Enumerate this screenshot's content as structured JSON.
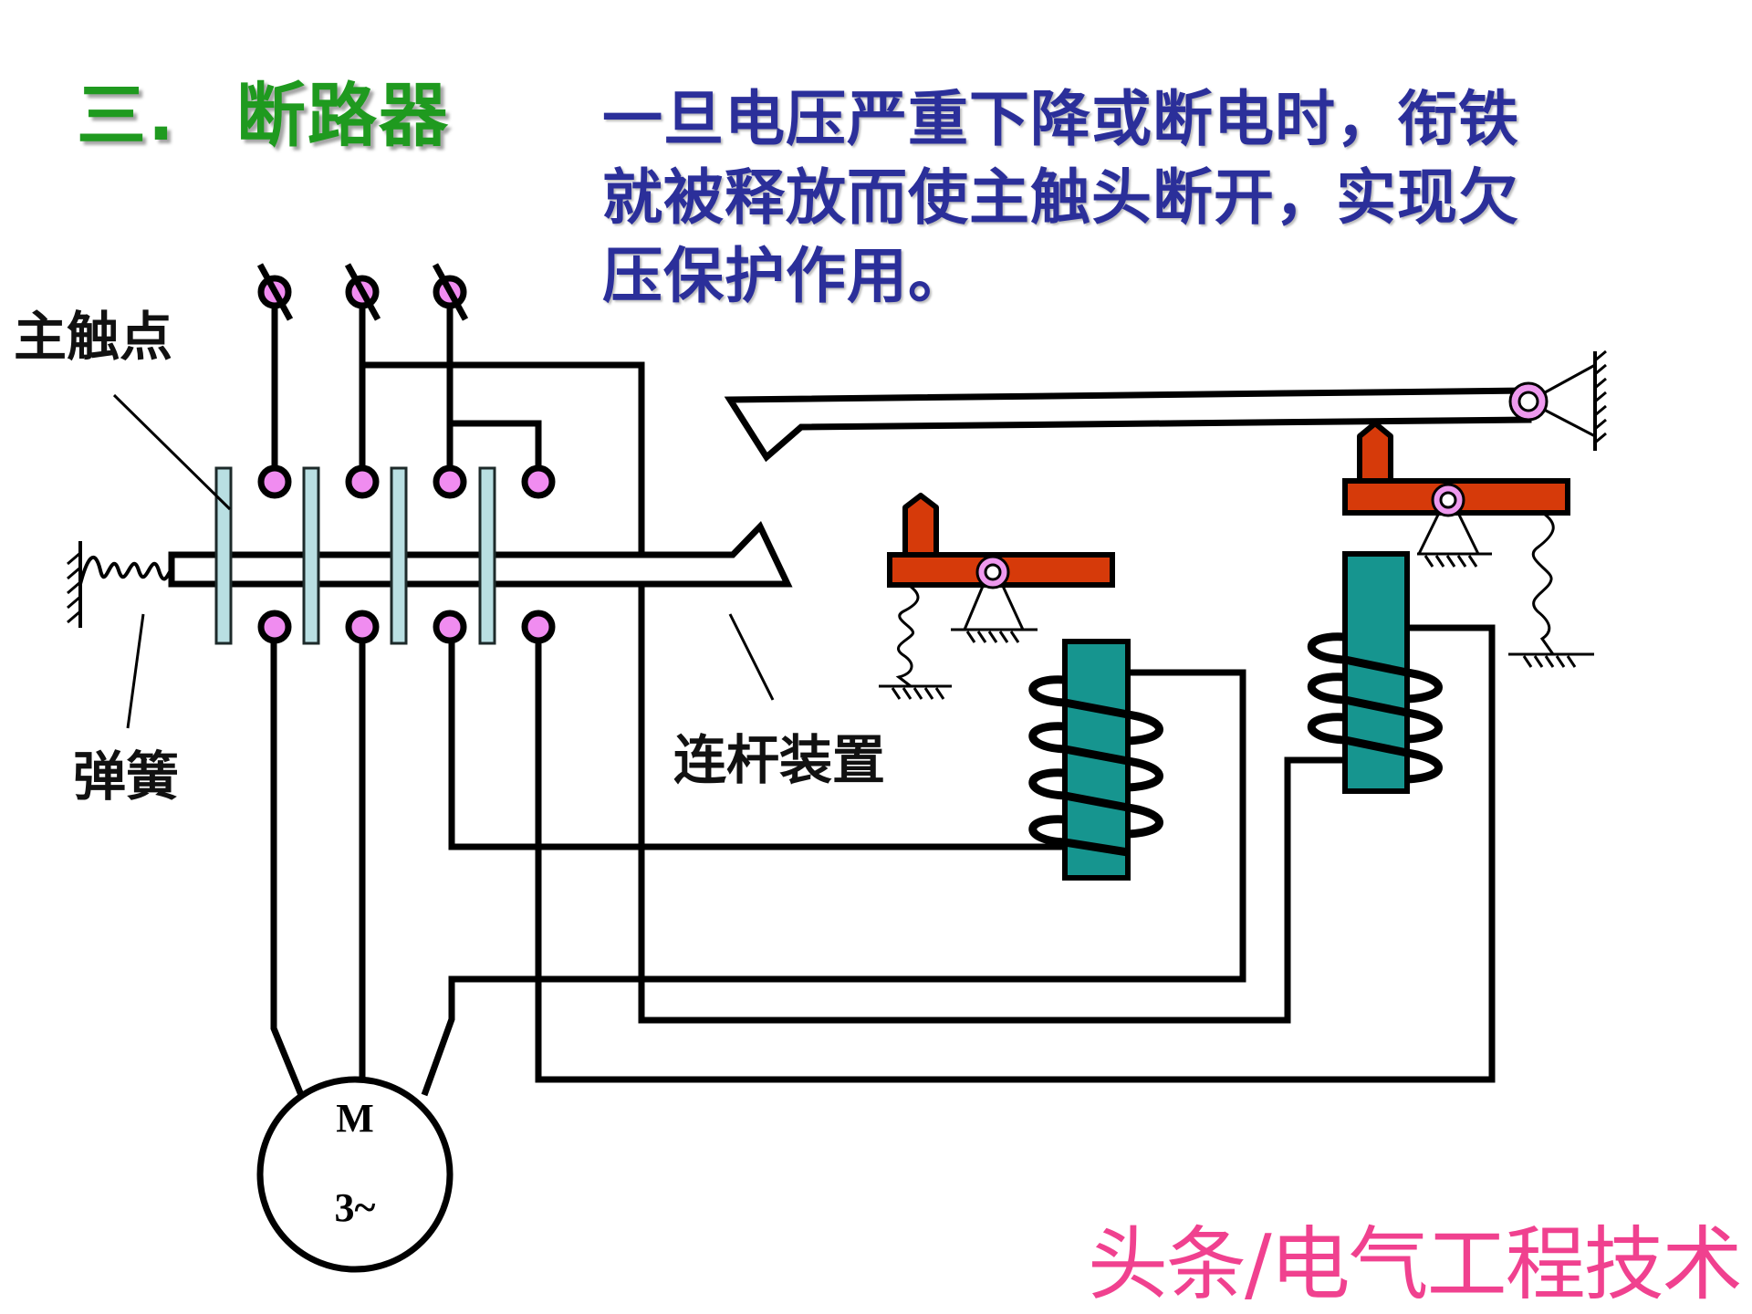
{
  "title": {
    "number": "三.",
    "text": "断路器"
  },
  "description": {
    "lines": [
      "一旦电压严重下降或断电时，衔铁",
      "就被释放而使主触头断开，实现欠",
      "压保护作用。"
    ]
  },
  "labels": {
    "main_contact": "主触点",
    "spring": "弹簧",
    "linkage": "连杆装置"
  },
  "motor": {
    "symbol": "M",
    "phase": "3~"
  },
  "watermark": "头条/电气工程技术",
  "colors": {
    "title": "#1f9a1f",
    "description": "#2b2f9a",
    "watermark": "#f0418f",
    "contact_fill": "#f08cf0",
    "bar_fill": "#b9dfe2",
    "lever_fill": "#d63a0a",
    "core_fill": "#16958f",
    "pivot_fill": "#ee99ee",
    "line": "#000000"
  },
  "components": [
    {
      "id": "terminals",
      "count": 3,
      "description": "three-phase supply terminals"
    },
    {
      "id": "main_contacts",
      "count": 4,
      "description": "moving contact bars on spring-loaded shaft"
    },
    {
      "id": "overcurrent_release",
      "description": "coil in series with main circuit"
    },
    {
      "id": "undervoltage_release",
      "description": "coil across supply"
    },
    {
      "id": "motor",
      "description": "three-phase motor M 3~"
    }
  ]
}
